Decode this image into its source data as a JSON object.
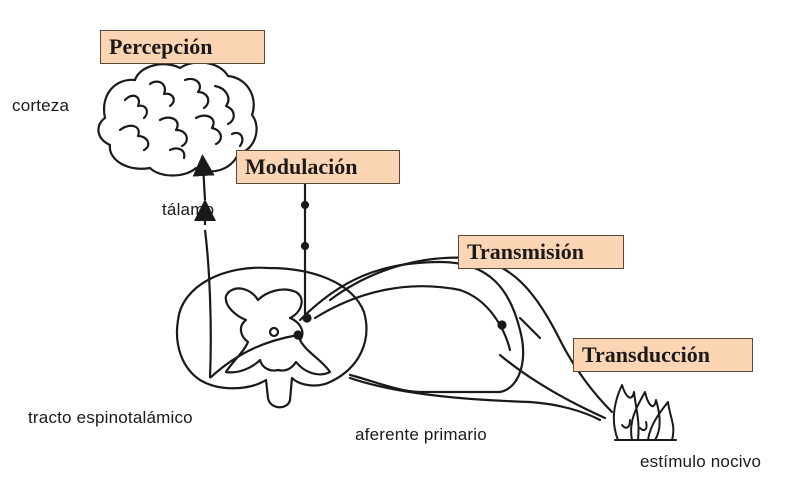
{
  "stages": {
    "perception": "Percepción",
    "modulation": "Modulación",
    "transmission": "Transmisión",
    "transduction": "Transducción"
  },
  "labels": {
    "cortex": "corteza",
    "thalamus": "tálamo",
    "spinothalamic_tract": "tracto espinotalámico",
    "primary_afferent": "aferente primario",
    "noxious_stimulus": "estímulo nocivo"
  },
  "colors": {
    "box_fill": "#fcd5b4",
    "line": "#1a1a1a"
  }
}
